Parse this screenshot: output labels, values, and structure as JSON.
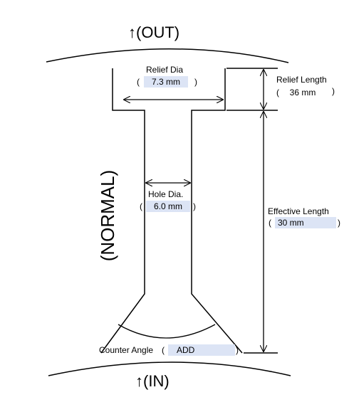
{
  "labels": {
    "out": "↑(OUT)",
    "in": "↑(IN)",
    "normal": "(NORMAL)",
    "relief_dia": "Relief  Dia",
    "relief_length": "Relief  Length",
    "hole_dia": "Hole Dia.",
    "effective_length": "Effective  Length",
    "counter_angle": "Counter Angle"
  },
  "values": {
    "relief_dia": "7.3 mm",
    "relief_length": "36 mm",
    "hole_dia": "6.0 mm",
    "effective_length": "30 mm",
    "counter_angle": "ADD"
  },
  "colors": {
    "field_bg": "#dce4f5",
    "line": "#000000"
  }
}
